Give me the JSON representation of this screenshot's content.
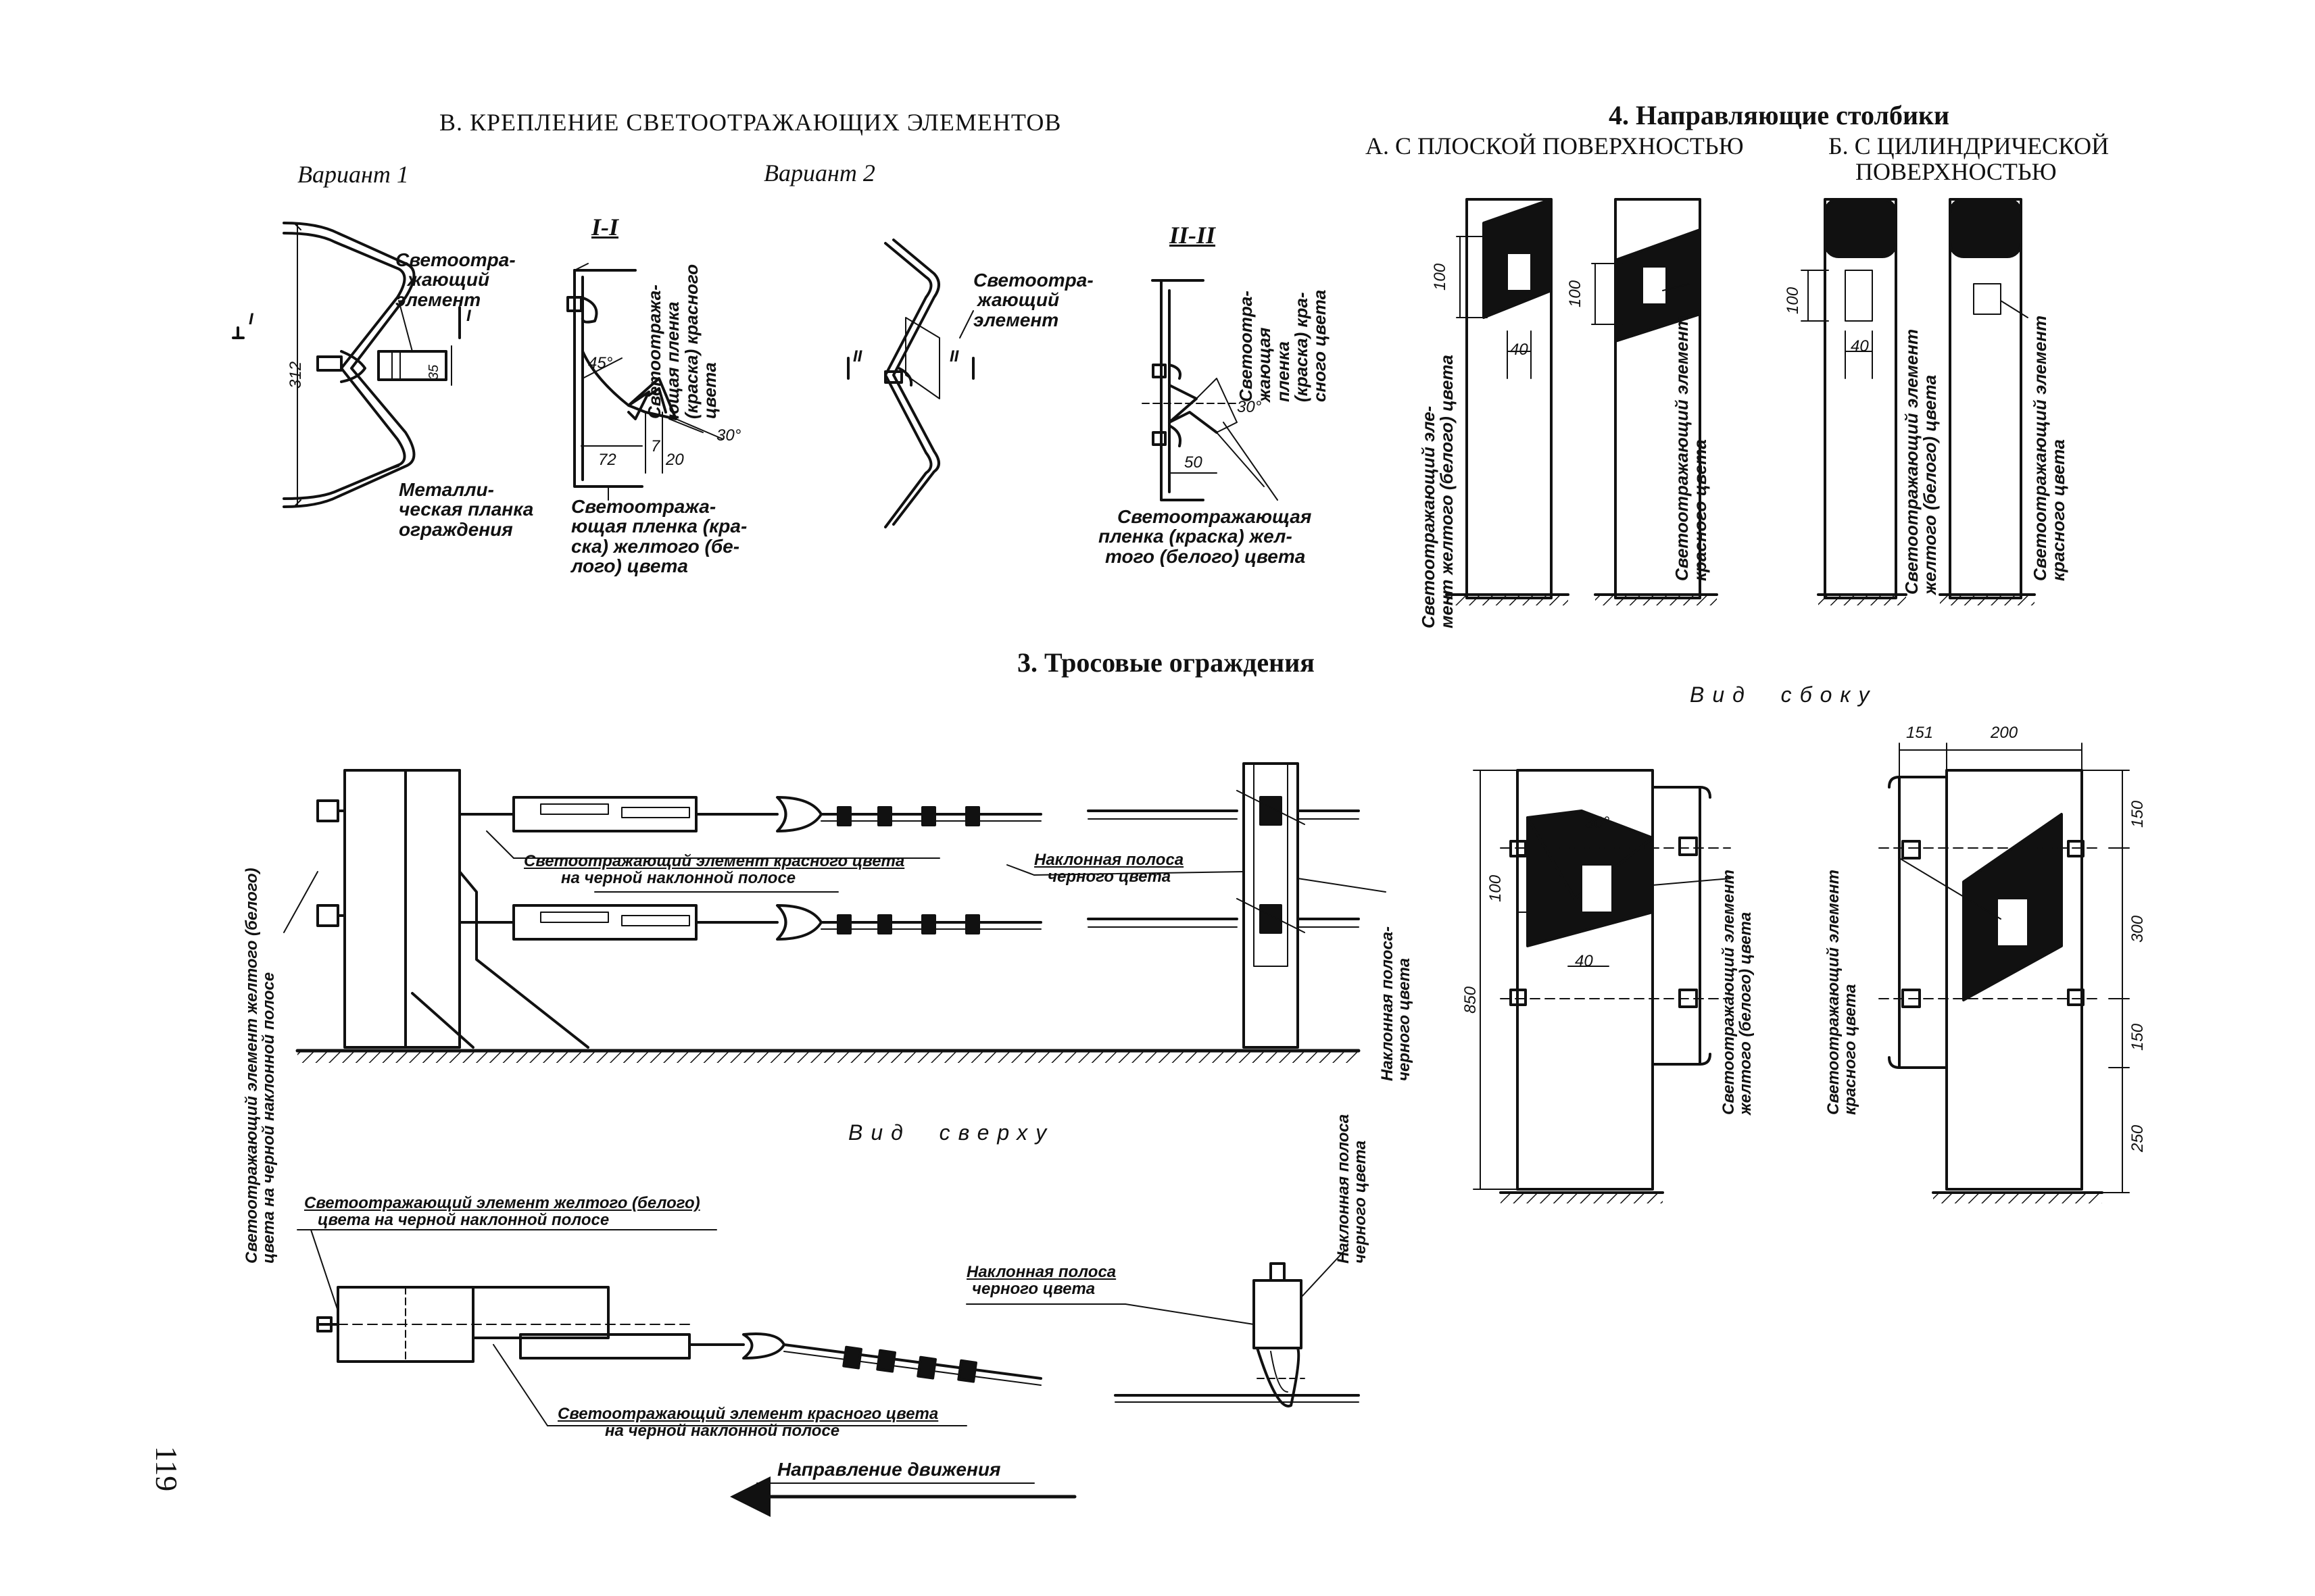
{
  "sections": {
    "v_fastening_title": "В. КРЕПЛЕНИЕ СВЕТООТРАЖАЮЩИХ ЭЛЕМЕНТОВ",
    "variant1": "Вариант 1",
    "variant2": "Вариант 2",
    "section_I": "I-I",
    "section_II": "II-II",
    "posts_title": "4. Направляющие столбики",
    "posts_a": "А. С ПЛОСКОЙ ПОВЕРХНОСТЬЮ",
    "posts_b_line1": "Б. С ЦИЛИНДРИЧЕСКОЙ",
    "posts_b_line2": "ПОВЕРХНОСТЬЮ",
    "cable_title": "3. Тросовые ограждения",
    "side_view": "Вид  сбоку",
    "top_view": "Вид  сверху",
    "page_number": "119"
  },
  "labels": {
    "v1_reflector": [
      "Светоотра-",
      "жающий",
      "элемент"
    ],
    "v1_plank": [
      "Металли-",
      "ческая планка",
      "ограждения"
    ],
    "s1_red_film": [
      "Светоотража-",
      "ющая пленка",
      "(краска) красного",
      "цвета"
    ],
    "s1_yellow_film": [
      "Светоотража-",
      "ющая пленка (кра-",
      "ска) желтого (бе-",
      "лого) цвета"
    ],
    "v2_reflector": [
      "Светоотра-",
      "жающий",
      "элемент"
    ],
    "s2_red_film": [
      "Светоотра-",
      "жающая",
      "пленка",
      "(краска) кра-",
      "сного цвета"
    ],
    "s2_yellow_film": [
      "Светоотражающая",
      "пленка (краска) жел-",
      "того (белого) цвета"
    ],
    "post_a1": [
      "Светоотражающий эле-",
      "мент желтого (белого) цвета"
    ],
    "post_a2": [
      "Светоотражающий элемент",
      "красного цвета"
    ],
    "post_b1": [
      "Светоотражающий элемент",
      "желтого (белого) цвета"
    ],
    "post_b2": [
      "Светоотражающий элемент",
      "красного цвета"
    ],
    "cable_red": [
      "Светоотражающий элемент красного цвета",
      "на черной наклонной полосе"
    ],
    "cable_band": [
      "Наклонная полоса",
      "черного цвета"
    ],
    "cable_band_vert": [
      "Наклонная полоса-",
      "черного цвета"
    ],
    "cable_yellow_vert": [
      "Светоотражающий элемент желтого (белого)",
      "цвета на черной наклонной полосе"
    ],
    "top_yellow": [
      "Светоотражающий элемент желтого (белого)",
      "цвета на черной наклонной полосе"
    ],
    "top_red": [
      "Светоотражающий элемент красного цвета",
      "на черной наклонной полосе"
    ],
    "top_band": [
      "Наклонная полоса",
      "черного цвета"
    ],
    "top_band_vert": [
      "Наклонная полоса",
      "черного цвета"
    ],
    "direction": "Направление движения",
    "side_yellow": [
      "Светоотражающий элемент",
      "желтого (белого) цвета"
    ],
    "side_red": [
      "Светоотражающий элемент",
      "красного цвета"
    ]
  },
  "dimensions": {
    "v1_height": "312",
    "v1_small": "35",
    "s1_angle": "45°",
    "s1_72": "72",
    "s1_7": "7",
    "s1_20": "20",
    "s1_30": "30°",
    "s2_30": "30°",
    "s2_50": "50",
    "mark_I": "I",
    "mark_II": "II",
    "post_100": "100",
    "post_40": "40",
    "side_30": "30°",
    "side_100": "100",
    "side_40": "40",
    "side_850": "850",
    "side_151": "151",
    "side_200": "200",
    "side_150a": "150",
    "side_300": "300",
    "side_150b": "150",
    "side_250": "250"
  }
}
